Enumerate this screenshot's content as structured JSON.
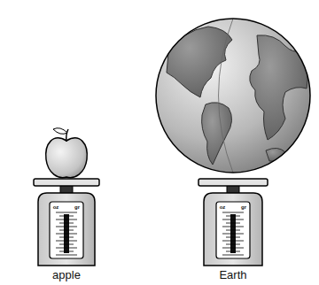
{
  "diagram": {
    "labels": [
      "oz",
      "gr",
      "apple",
      "oz",
      "gr",
      "Earth"
    ]
  }
}
